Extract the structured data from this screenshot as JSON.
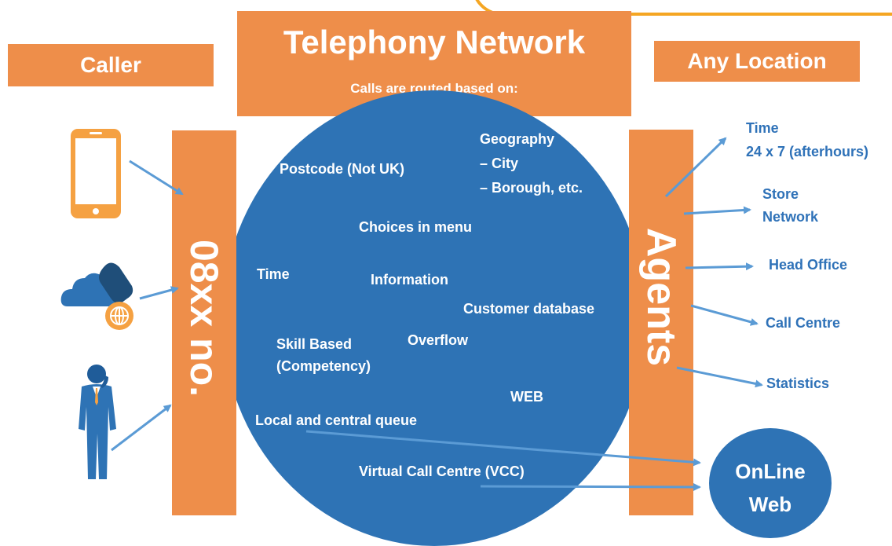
{
  "header": {
    "title": "Telephony Network",
    "subtitle": "Calls are routed based on:"
  },
  "left_header": "Caller",
  "right_header": "Any Location",
  "left_bar": "08xx no.",
  "right_bar": "Agents",
  "callers": [
    {
      "icon": "smartphone-icon"
    },
    {
      "icon": "cloud-phone-icon"
    },
    {
      "icon": "businessman-icon"
    }
  ],
  "routing_criteria": {
    "postcode": "Postcode (Not UK)",
    "geography_1": "Geography",
    "geography_2": "– City",
    "geography_3": "– Borough, etc.",
    "choices": "Choices in menu",
    "time": "Time",
    "information": "Information",
    "customer_db": "Customer database",
    "skill_1": "Skill Based",
    "skill_2": "(Competency)",
    "overflow": "Overflow",
    "web": "WEB",
    "queue": "Local and central queue",
    "vcc": "Virtual Call Centre (VCC)"
  },
  "locations": {
    "time_1": "Time",
    "time_2": "24 x 7 (afterhours)",
    "store_1": "Store",
    "store_2": "Network",
    "head_office": "Head Office",
    "call_centre": "Call Centre",
    "statistics": "Statistics"
  },
  "online": {
    "line1": "OnLine",
    "line2": "Web"
  },
  "colors": {
    "orange": "#ee8e4a",
    "blue": "#2e73b5",
    "arrow": "#5b9bd5",
    "accent_banner": "#f5a623"
  }
}
